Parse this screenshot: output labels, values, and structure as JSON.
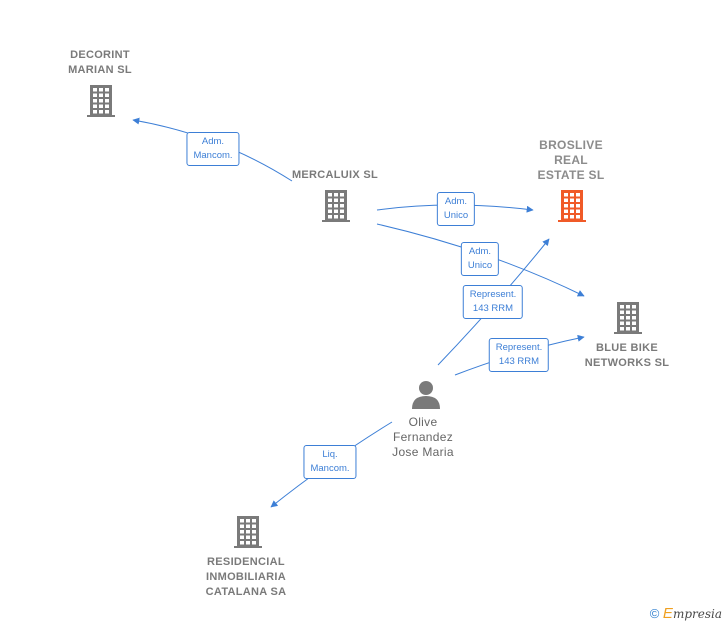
{
  "nodes": {
    "decorint": {
      "label": [
        "DECORINT",
        "MARIAN  SL"
      ],
      "type": "company",
      "color": "#7a7a7a"
    },
    "mercaluix": {
      "label": [
        "MERCALUIX SL"
      ],
      "type": "company",
      "color": "#7a7a7a"
    },
    "broslive": {
      "label": [
        "BROSLIVE",
        "REAL",
        "ESTATE  SL"
      ],
      "type": "company",
      "color": "#f05a28"
    },
    "bluebike": {
      "label": [
        "BLUE BIKE",
        "NETWORKS  SL"
      ],
      "type": "company",
      "color": "#7a7a7a"
    },
    "olive": {
      "label": [
        "Olive",
        "Fernandez",
        "Jose Maria"
      ],
      "type": "person",
      "color": "#7a7a7a"
    },
    "residencial": {
      "label": [
        "RESIDENCIAL",
        "INMOBILIARIA",
        "CATALANA SA"
      ],
      "type": "company",
      "color": "#7a7a7a"
    }
  },
  "edges": {
    "mercaluix_decorint": [
      "Adm.",
      "Mancom."
    ],
    "mercaluix_broslive": [
      "Adm.",
      "Unico"
    ],
    "mercaluix_bluebike": [
      "Adm.",
      "Unico"
    ],
    "olive_broslive": [
      "Represent.",
      "143 RRM"
    ],
    "olive_bluebike": [
      "Represent.",
      "143 RRM"
    ],
    "olive_residencial": [
      "Liq.",
      "Mancom."
    ]
  },
  "colors": {
    "edge": "#3d7fd6",
    "highlight": "#f05a28",
    "node": "#7a7a7a"
  },
  "footer": {
    "copyright_symbol": "©",
    "brand_first": "E",
    "brand_rest": "mpresia"
  }
}
